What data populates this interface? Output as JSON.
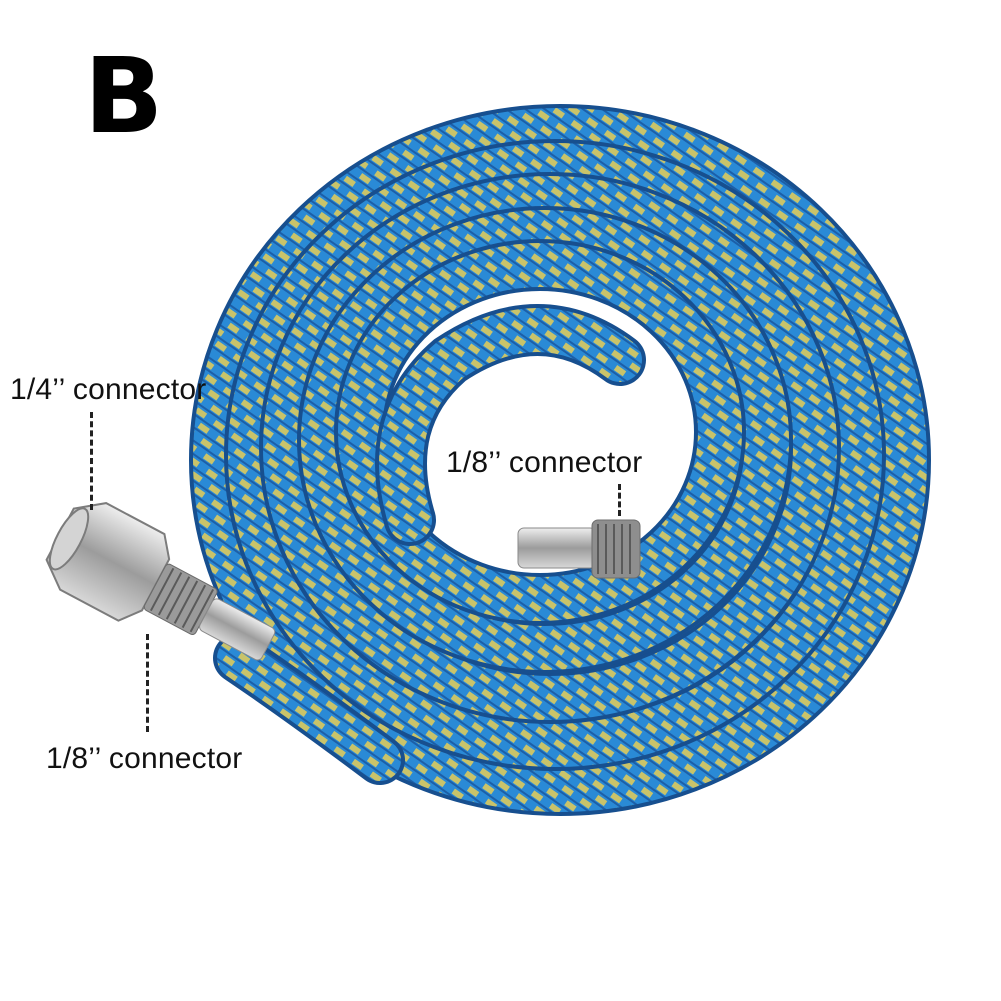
{
  "variant_label": "B",
  "labels": {
    "quarter_connector": "1/4’’ connector",
    "eighth_connector_inner": "1/8’’ connector",
    "eighth_connector_outer": "1/8’’ connector"
  },
  "colors": {
    "hose_blue": "#2a8ad6",
    "hose_dark": "#1c5fa8",
    "braid_yellow": "#c9c36a",
    "metal": "#b8b8b8",
    "background": "#ffffff"
  }
}
